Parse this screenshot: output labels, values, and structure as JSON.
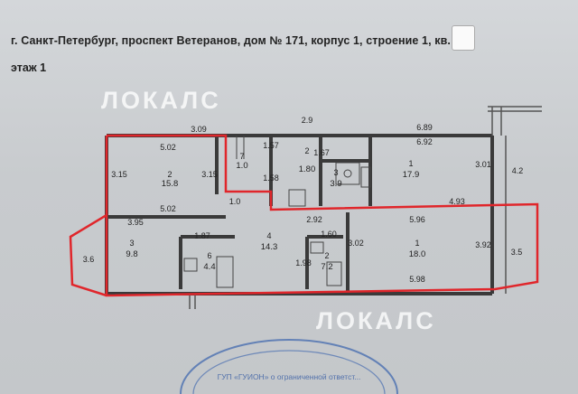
{
  "header": {
    "address": "г. Санкт-Петербург, проспект Ветеранов, дом № 171, корпус 1, строение 1, кв.",
    "floor": "этаж 1"
  },
  "watermark": {
    "text": "ЛОКАЛС"
  },
  "plan": {
    "rooms": [
      {
        "number": "2",
        "area": "15.8"
      },
      {
        "number": "7",
        "area": "1.0"
      },
      {
        "number": "2",
        "area": "1.80"
      },
      {
        "number": "3",
        "area": "3.9"
      },
      {
        "number": "1",
        "area": "17.9"
      },
      {
        "number": "3",
        "area": "9.8"
      },
      {
        "number": "6",
        "area": "4.4"
      },
      {
        "number": "4",
        "area": "14.3"
      },
      {
        "number": "2",
        "area": "7.2"
      },
      {
        "number": "1",
        "area": "18.0"
      }
    ],
    "dimensions": [
      "3.09",
      "5.02",
      "3.15",
      "3.15",
      "5.02",
      "3.95",
      "1.87",
      "1.57",
      "1.58",
      "2.9",
      "1.67",
      "6.89",
      "6.92",
      "3.01",
      "4.2",
      "4.93",
      "2.92",
      "1.60",
      "5.96",
      "3.02",
      "3.92",
      "3.5",
      "3.6",
      "1.98",
      "5.98",
      "1.0"
    ]
  },
  "stamp": {
    "text": "ГУП «ГУИОН» о ограниченной ответст..."
  },
  "colors": {
    "outline": "#e0262b",
    "wall": "#3a3a3a"
  }
}
